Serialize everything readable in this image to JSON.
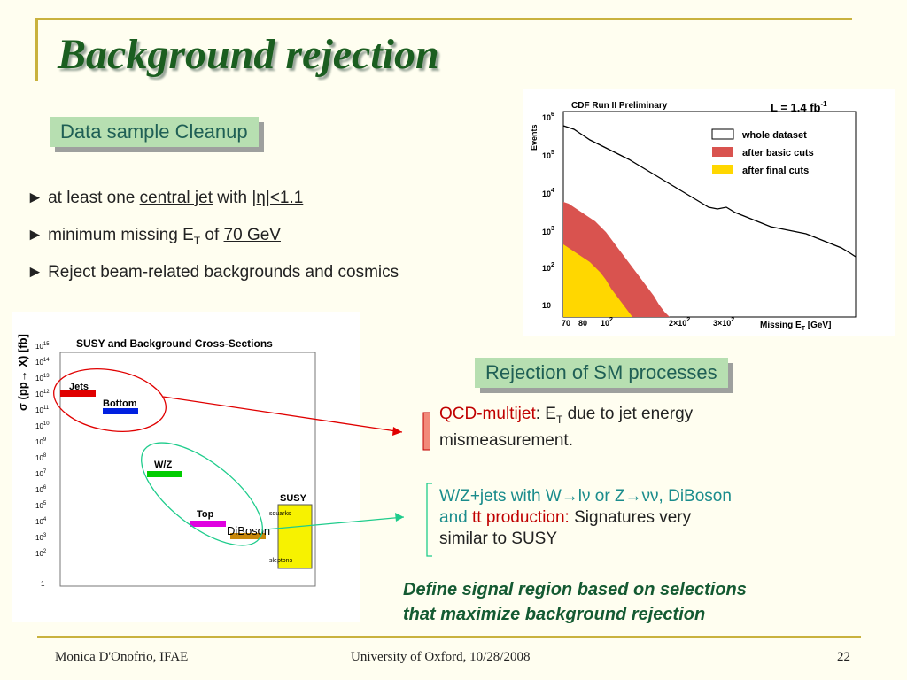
{
  "title": "Background rejection",
  "tag_cleanup": "Data sample Cleanup",
  "bullets": {
    "b1_pre": "► at least one ",
    "b1_jet": "central jet",
    "b1_mid": " with ",
    "b1_eta": "|η|<1.1",
    "b2_pre": "► minimum missing E",
    "b2_sub": "T",
    "b2_mid": " of ",
    "b2_val": "70 GeV",
    "b3": "► Reject beam-related backgrounds and cosmics"
  },
  "tag_rejection": "Rejection of SM processes",
  "qcd": {
    "label": "QCD-multijet",
    "pre": ": E",
    "sub": "T",
    "rest": " due to jet energy",
    "line2": "mismeasurement."
  },
  "wz": {
    "l1a": "W/Z+jets with W",
    "l1b": "→lν or Z",
    "l1c": "→νν, DiBoson",
    "l2a": "and ",
    "l2b": "tt production:",
    "l2c": "  Signatures very",
    "l3": "similar to SUSY"
  },
  "define": {
    "line1": "Define signal region based on selections",
    "line2": "that maximize background rejection"
  },
  "footer": {
    "left": "Monica D'Onofrio, IFAE",
    "center": "University of Oxford, 10/28/2008",
    "right": "22"
  },
  "colors": {
    "title": "#1b5e20",
    "accent_red": "#c00000",
    "accent_teal": "#1a8c8c",
    "gold_rule": "#c9b23e"
  },
  "plot_met": {
    "header": "CDF Run II Preliminary",
    "lumi": "L = 1.4 fb",
    "lumi_sup": "-1",
    "ylabel": "Events",
    "xlabel": "Missing E",
    "xlabel_sub": "T",
    "xunit": "[GeV]",
    "yticks": [
      "10",
      "10",
      "10",
      "10",
      "10",
      "10"
    ],
    "ytick_exps": [
      "6",
      "5",
      "4",
      "3",
      "2",
      ""
    ],
    "xticks": [
      "70",
      "80",
      "10",
      "2×10",
      "3×10"
    ],
    "xtick_exps": [
      "",
      "",
      "2",
      "2",
      "2"
    ],
    "legend": [
      "whole dataset",
      "after basic cuts",
      "after final cuts"
    ],
    "legend_colors": [
      "#ffffff",
      "#d9534f",
      "#ffd700"
    ]
  },
  "plot_xsec": {
    "title": "SUSY and Background Cross-Sections",
    "ylabel": "σ (pp→ X) [fb]",
    "yticks": [
      "10",
      "10",
      "10",
      "10",
      "10",
      "10",
      "10",
      "10",
      "10",
      "10",
      "10",
      "10",
      "10",
      "10",
      "1"
    ],
    "ytick_exps": [
      "15",
      "14",
      "13",
      "12",
      "11",
      "10",
      "9",
      "8",
      "7",
      "6",
      "5",
      "4",
      "3",
      "2",
      ""
    ],
    "processes": [
      {
        "label": "Jets",
        "color": "#e00000"
      },
      {
        "label": "Bottom",
        "color": "#0020e0"
      },
      {
        "label": "W/Z",
        "color": "#00cc00"
      },
      {
        "label": "Top",
        "color": "#e000e0"
      },
      {
        "label": "DiBoson",
        "color": "#c8880a"
      }
    ],
    "susy_label": "SUSY",
    "susy_items": [
      "squarks",
      "sleptons"
    ]
  }
}
